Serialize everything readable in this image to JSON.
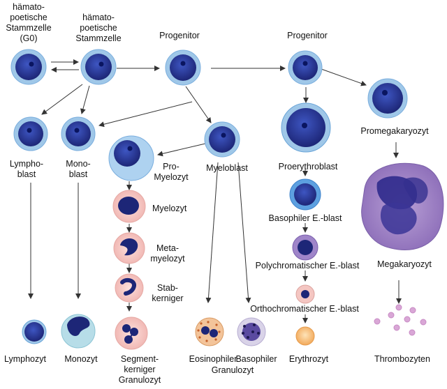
{
  "labels": {
    "hsc_g0": [
      "hämato-",
      "poetische",
      "Stammzelle",
      "(G0)"
    ],
    "hsc": [
      "hämato-",
      "poetische",
      "Stammzelle"
    ],
    "progenitor_1": "Progenitor",
    "progenitor_2": "Progenitor",
    "lymphoblast": [
      "Lympho-",
      "blast"
    ],
    "monoblast": [
      "Mono-",
      "blast"
    ],
    "myeloblast": "Myeloblast",
    "promyelocyte": [
      "Pro-",
      "Myelozyt"
    ],
    "myelocyte": "Myelozyt",
    "metamyelocyte": [
      "Meta-",
      "myelozyt"
    ],
    "band_cell": [
      "Stab-",
      "kerniger"
    ],
    "segmented": [
      "Segment-",
      "kerniger",
      "Granulozyt"
    ],
    "lymphocyte": "Lymphozyt",
    "monocyte": "Monozyt",
    "eosinophil": "Eosinophiler",
    "basophil": "Basophiler",
    "granulocyte": "Granulozyt",
    "proerythroblast": "Proerythroblast",
    "basophilic_eb": "Basophiler E.-blast",
    "polychromatic_eb": "Polychromatischer E.-blast",
    "orthochromatic_eb": "Orthochromatischer E.-blast",
    "erythrocyte": "Erythrozyt",
    "promegakaryocyte": "Promegakaryozyt",
    "megakaryocyte": "Megakaryozyt",
    "thrombocytes": "Thrombozyten"
  },
  "colors": {
    "stem_rim": "#9fc7e8",
    "stem_nucleus": "#2b3c9a",
    "mature_cytoplasm": "#f6c9c6",
    "erythrocyte": "#f7c27a",
    "megakaryocyte": "#a287c4",
    "platelet": "#c98ac8",
    "arrow": "#333333"
  }
}
